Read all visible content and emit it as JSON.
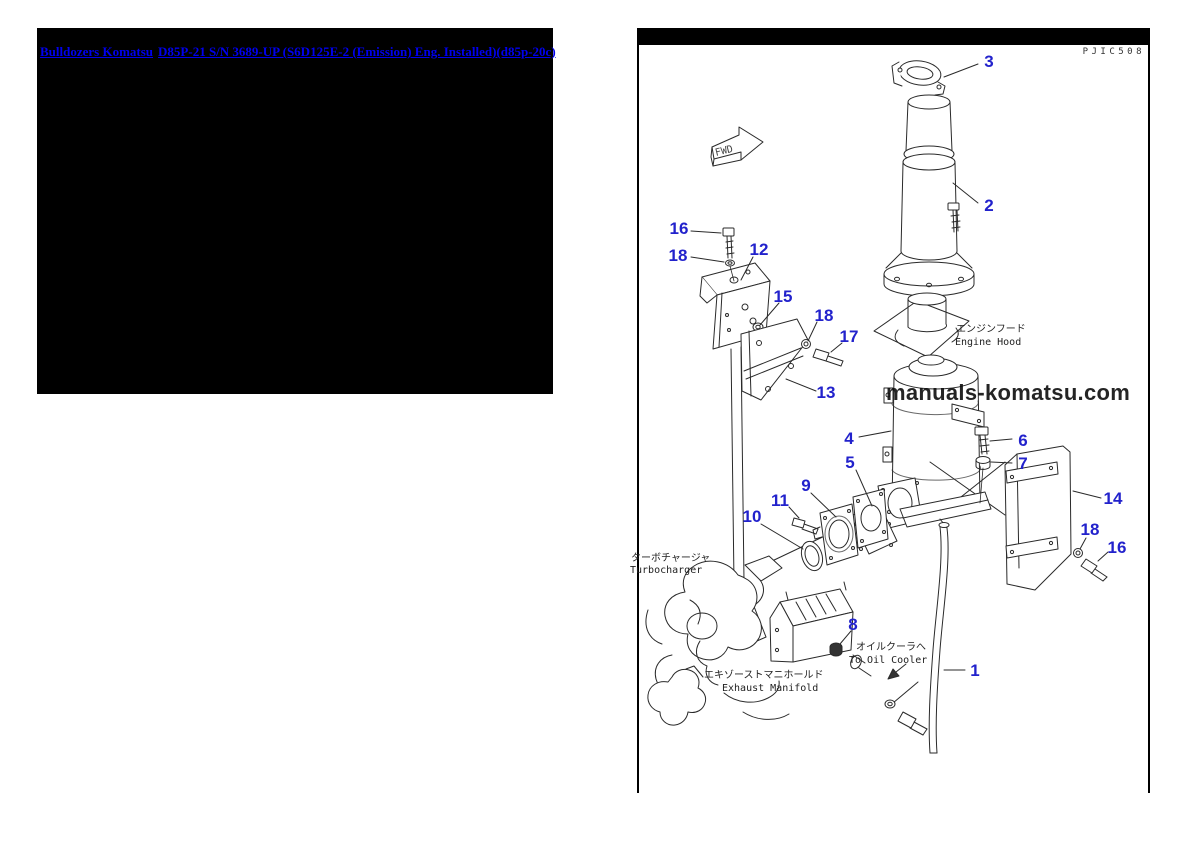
{
  "breadcrumb": {
    "link_category": "Bulldozers Komatsu",
    "link_model": "D85P-21 S/N 3689-UP (S6D125E-2 (Emission) Eng. Installed)(d85p-20c)"
  },
  "panel": {
    "drawing_code": "PJIC508",
    "watermark": "manuals-komatsu.com",
    "fwd_label": "FWD"
  },
  "diagram": {
    "labels": {
      "engine_hood": {
        "jp": "エンジンフード",
        "en": "Engine Hood"
      },
      "turbocharger": {
        "jp": "ターボチャージャ",
        "en": "Turbocharger"
      },
      "exhaust_manifold": {
        "jp": "エキゾーストマニホールド",
        "en": "Exhaust Manifold"
      },
      "to_oil_cooler": {
        "jp": "オイルクーラへ",
        "en": "To Oil Cooler"
      }
    },
    "callouts": [
      {
        "id": "c3",
        "num": "3"
      },
      {
        "id": "c2",
        "num": "2"
      },
      {
        "id": "c16-top",
        "num": "16"
      },
      {
        "id": "c18-top",
        "num": "18"
      },
      {
        "id": "c12",
        "num": "12"
      },
      {
        "id": "c15",
        "num": "15"
      },
      {
        "id": "c18-mid",
        "num": "18"
      },
      {
        "id": "c17",
        "num": "17"
      },
      {
        "id": "c13",
        "num": "13"
      },
      {
        "id": "c4",
        "num": "4"
      },
      {
        "id": "c5",
        "num": "5"
      },
      {
        "id": "c6",
        "num": "6"
      },
      {
        "id": "c7",
        "num": "7"
      },
      {
        "id": "c14",
        "num": "14"
      },
      {
        "id": "c18-right",
        "num": "18"
      },
      {
        "id": "c16-right",
        "num": "16"
      },
      {
        "id": "c9",
        "num": "9"
      },
      {
        "id": "c11",
        "num": "11"
      },
      {
        "id": "c10",
        "num": "10"
      },
      {
        "id": "c8",
        "num": "8"
      },
      {
        "id": "c1",
        "num": "1"
      }
    ],
    "colors": {
      "callout_blue": "#2222cc",
      "link_blue": "#0000ee"
    }
  }
}
